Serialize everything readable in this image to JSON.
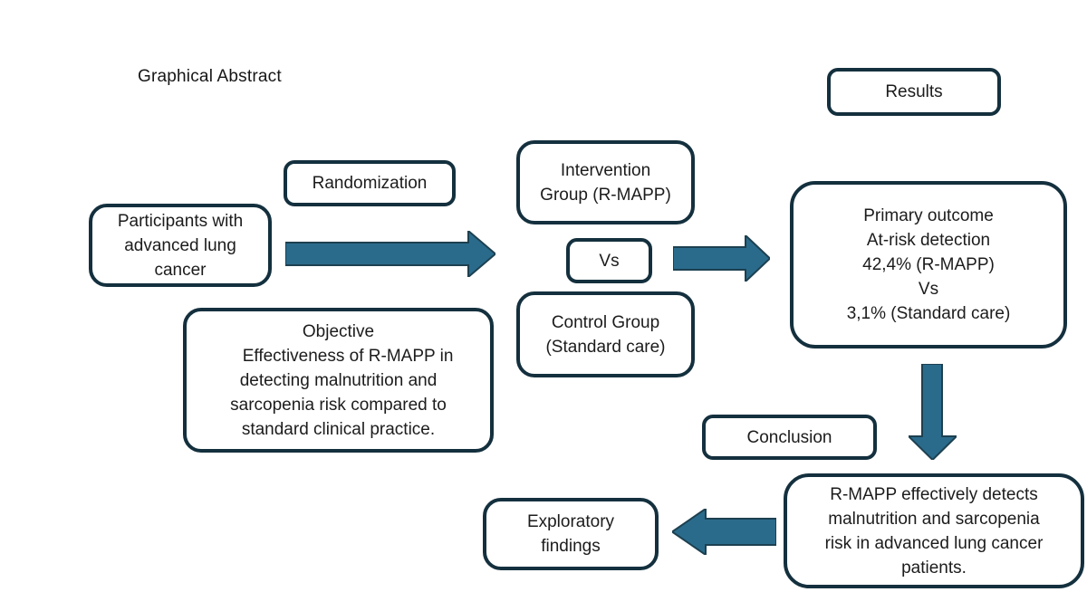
{
  "title": "Graphical Abstract",
  "colors": {
    "background": "#ffffff",
    "box_border": "#14303e",
    "arrow_fill": "#2a6b8c",
    "arrow_outline": "#1d4050",
    "text": "#1c1c1c"
  },
  "boxes": {
    "randomization": {
      "text": "Randomization"
    },
    "participants": {
      "text": "Participants with\nadvanced lung\ncancer"
    },
    "intervention": {
      "text": "Intervention\nGroup (R-MAPP)"
    },
    "vs": {
      "text": "Vs"
    },
    "control": {
      "text": "Control Group\n(Standard care)"
    },
    "results": {
      "text": "Results"
    },
    "primary_outcome": {
      "text": "Primary outcome\nAt-risk detection\n42,4% (R-MAPP)\nVs\n3,1% (Standard care)"
    },
    "objective": {
      "text": "Objective\n    Effectiveness of R-MAPP in\ndetecting malnutrition and\nsarcopenia risk compared to\nstandard clinical practice."
    },
    "conclusion": {
      "text": "Conclusion"
    },
    "conclusion_statement": {
      "text": "R-MAPP effectively detects\nmalnutrition and sarcopenia\nrisk in advanced lung cancer\npatients."
    },
    "exploratory": {
      "text": "Exploratory\nfindings"
    }
  },
  "arrows": [
    {
      "name": "randomization-flow-arrow",
      "direction": "right"
    },
    {
      "name": "vs-to-results-arrow",
      "direction": "right"
    },
    {
      "name": "results-to-conclusion-arrow",
      "direction": "down"
    },
    {
      "name": "conclusion-to-exploratory-arrow",
      "direction": "left"
    }
  ]
}
